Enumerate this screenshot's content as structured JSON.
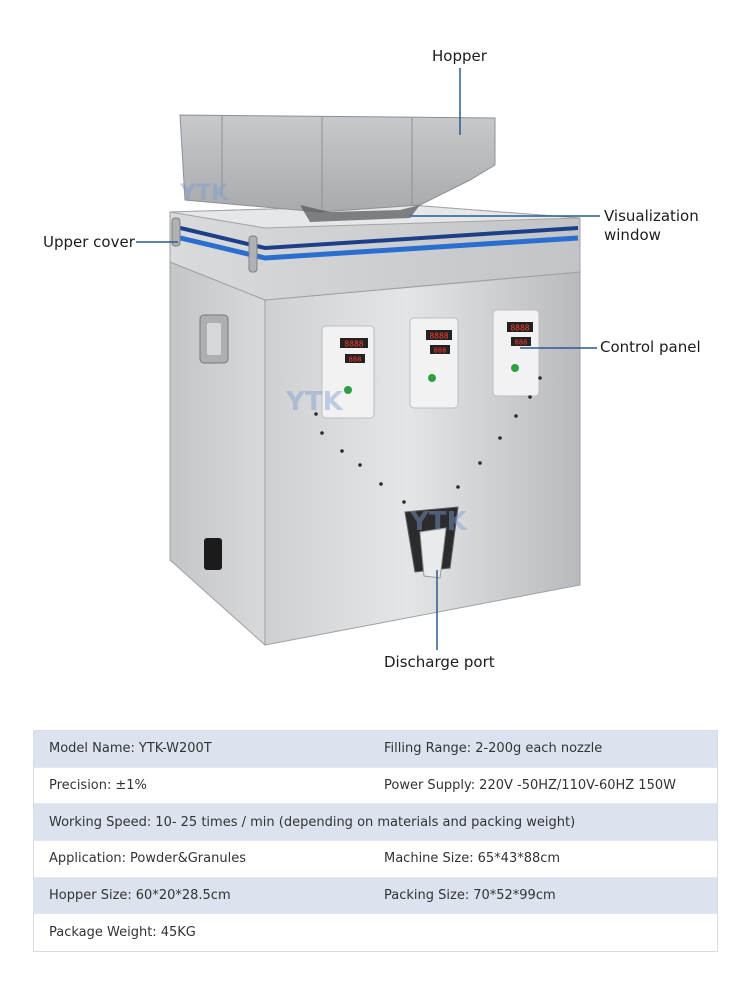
{
  "callouts": {
    "hopper": "Hopper",
    "upper_cover": "Upper cover",
    "visualization_window_line1": "Visualization",
    "visualization_window_line2": "window",
    "control_panel": "Control panel",
    "discharge_port": "Discharge port"
  },
  "watermark": "YTK",
  "panel_displays": [
    "8888",
    "888"
  ],
  "colors": {
    "callout_line": "#2c5a8f",
    "accent_blue": "#2a6fd0",
    "dark_blue": "#1d3f8a",
    "table_shade": "#dde3ee"
  },
  "specs": [
    {
      "left_label": "Model Name:",
      "left_value": "YTK-W200T",
      "right_label": "Filling Range:",
      "right_value": "2-200g each nozzle"
    },
    {
      "left_label": "Precision:",
      "left_value": "±1%",
      "right_label": "Power Supply:",
      "right_value": "220V -50HZ/110V-60HZ 150W"
    },
    {
      "left_label": "Working Speed:",
      "left_value": "10- 25 times / min (depending on materials and packing weight)",
      "right_label": "",
      "right_value": ""
    },
    {
      "left_label": "Application:",
      "left_value": "Powder&Granules",
      "right_label": "Machine Size:",
      "right_value": "65*43*88cm"
    },
    {
      "left_label": "Hopper Size:",
      "left_value": "60*20*28.5cm",
      "right_label": "Packing Size:",
      "right_value": "70*52*99cm"
    },
    {
      "left_label": "Package Weight:",
      "left_value": "45KG",
      "right_label": "",
      "right_value": ""
    }
  ]
}
